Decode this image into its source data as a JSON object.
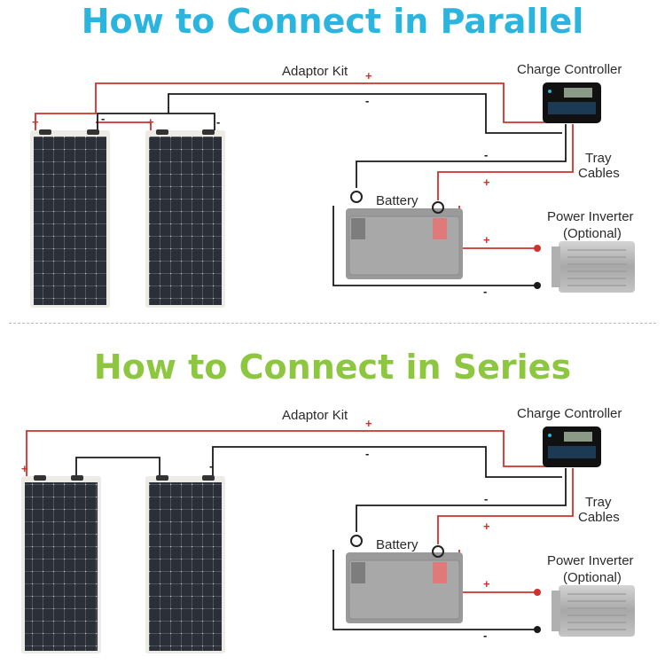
{
  "colors": {
    "parallel_title": "#2bb5de",
    "series_title": "#8dc63f",
    "positive_wire": "#d0312d",
    "negative_wire": "#1a1a1a"
  },
  "parallel": {
    "title": "How to Connect in Parallel",
    "adaptor_kit": "Adaptor Kit",
    "charge_controller": "Charge Controller",
    "tray_cables_line1": "Tray",
    "tray_cables_line2": "Cables",
    "battery": "Battery",
    "inverter_line1": "Power Inverter",
    "inverter_line2": "(Optional)",
    "plus": "+",
    "minus": "-"
  },
  "series": {
    "title": "How to Connect in Series",
    "adaptor_kit": "Adaptor Kit",
    "charge_controller": "Charge Controller",
    "tray_cables_line1": "Tray",
    "tray_cables_line2": "Cables",
    "battery": "Battery",
    "inverter_line1": "Power Inverter",
    "inverter_line2": "(Optional)",
    "plus": "+",
    "minus": "-"
  }
}
